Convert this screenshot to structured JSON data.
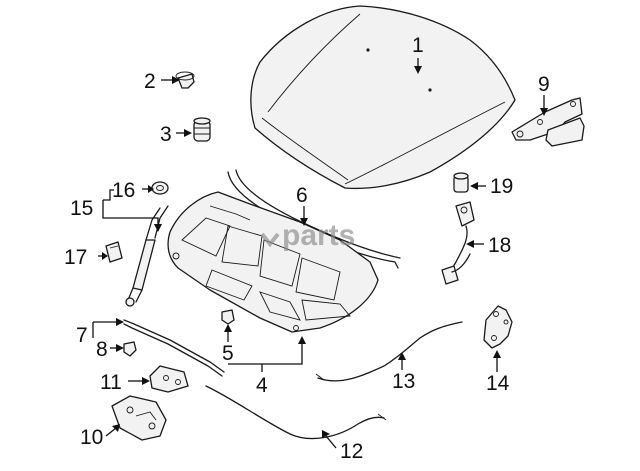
{
  "callouts": {
    "c1": "1",
    "c2": "2",
    "c3": "3",
    "c4": "4",
    "c5": "5",
    "c6": "6",
    "c7": "7",
    "c8": "8",
    "c9": "9",
    "c10": "10",
    "c11": "11",
    "c12": "12",
    "c13": "13",
    "c14": "14",
    "c15": "15",
    "c16": "16",
    "c17": "17",
    "c18": "18",
    "c19": "19"
  },
  "watermark": "parts",
  "colors": {
    "line": "#1a1a1a",
    "watermark": "#8a8a8a"
  }
}
